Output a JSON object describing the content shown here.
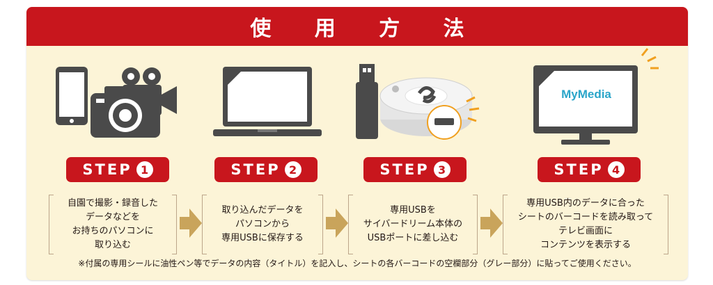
{
  "title": "使 用 方 法",
  "tv_logo": "MyMedia",
  "steps": [
    {
      "label": "STEP",
      "number": "1",
      "icon": "devices-icon",
      "text": "自園で撮影・録音した\nデータなどを\nお持ちのパソコンに\n取り込む"
    },
    {
      "label": "STEP",
      "number": "2",
      "icon": "laptop-icon",
      "text": "取り込んだデータを\nパソコンから\n専用USBに保存する"
    },
    {
      "label": "STEP",
      "number": "3",
      "icon": "usb-device-icon",
      "text": "専用USBを\nサイバードリーム本体の\nUSBポートに差し込む"
    },
    {
      "label": "STEP",
      "number": "4",
      "icon": "tv-icon",
      "text": "専用USB内のデータに合った\nシートのバーコードを読み取って\nテレビ画面に\nコンテンツを表示する"
    }
  ],
  "note": "※付属の専用シールに油性ペン等でデータの内容（タイトル）を記入し、シートの各バーコードの空欄部分（グレー部分）に貼ってご使用ください。",
  "colors": {
    "accent": "#c8161d",
    "background": "#fcf4d7",
    "arrow": "#c9a45b",
    "icon": "#4a4a4a",
    "highlight": "#f0a020"
  }
}
